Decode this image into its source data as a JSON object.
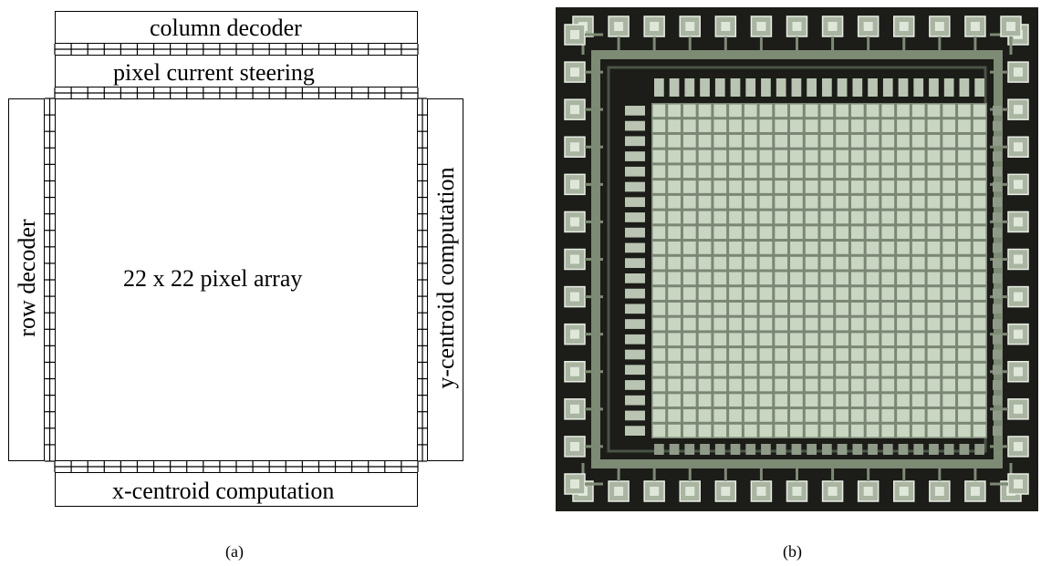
{
  "panel_a": {
    "column_decoder": "column decoder",
    "pixel_current_steering": "pixel current steering",
    "row_decoder": "row decoder",
    "pixel_array": "22 x 22 pixel array",
    "y_centroid": "y-centroid computation",
    "x_centroid": "x-centroid computation",
    "caption": "(a)"
  },
  "panel_b": {
    "caption": "(b)",
    "grid": {
      "rows": 22,
      "cols": 22
    },
    "colors": {
      "die": "#1c1c18",
      "metal": "#7d8a74",
      "pixel": "#c9d6c2",
      "pad": "#a9b4a1"
    }
  }
}
